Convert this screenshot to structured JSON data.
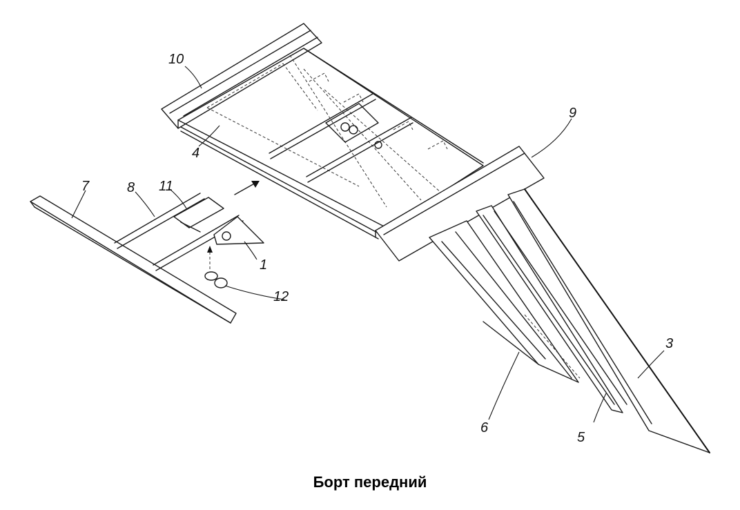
{
  "caption": "Борт передний",
  "labels": {
    "l1": "1",
    "l3": "3",
    "l4": "4",
    "l5": "5",
    "l6": "6",
    "l7": "7",
    "l8": "8",
    "l9": "9",
    "l10": "10",
    "l11": "11",
    "l12": "12"
  }
}
